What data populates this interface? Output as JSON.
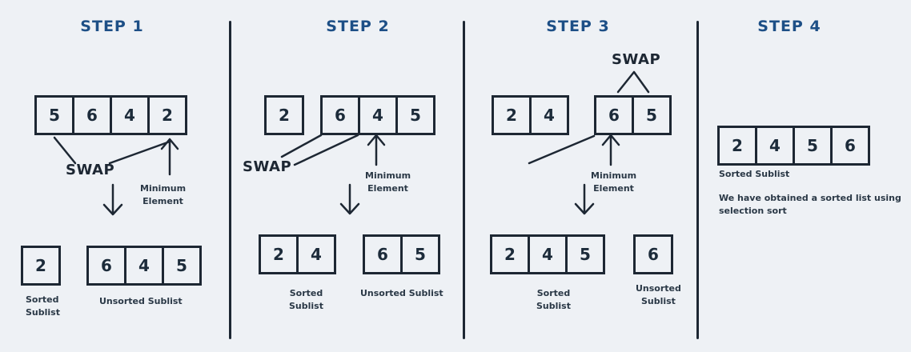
{
  "steps": [
    {
      "title": "STEP 1",
      "array": [
        "5",
        "6",
        "4",
        "2"
      ],
      "swap_label": "SWAP",
      "min_label": [
        "Minimum",
        "Element"
      ],
      "sorted": [
        "2"
      ],
      "unsorted": [
        "6",
        "4",
        "5"
      ],
      "sorted_label": [
        "Sorted",
        "Sublist"
      ],
      "unsorted_label": "Unsorted Sublist"
    },
    {
      "title": "STEP 2",
      "sorted_top": [
        "2"
      ],
      "array": [
        "6",
        "4",
        "5"
      ],
      "swap_label": "SWAP",
      "min_label": [
        "Minimum",
        "Element"
      ],
      "sorted": [
        "2",
        "4"
      ],
      "unsorted": [
        "6",
        "5"
      ],
      "sorted_label": [
        "Sorted",
        "Sublist"
      ],
      "unsorted_label": "Unsorted Sublist"
    },
    {
      "title": "STEP 3",
      "sorted_top": [
        "2",
        "4"
      ],
      "array": [
        "6",
        "5"
      ],
      "swap_label": "SWAP",
      "min_label": [
        "Minimum",
        "Element"
      ],
      "sorted": [
        "2",
        "4",
        "5"
      ],
      "unsorted": [
        "6"
      ],
      "sorted_label": [
        "Sorted",
        "Sublist"
      ],
      "unsorted_label": [
        "Unsorted",
        "Sublist"
      ]
    },
    {
      "title": "STEP 4",
      "array": [
        "2",
        "4",
        "5",
        "6"
      ],
      "sorted_label": "Sorted Sublist",
      "note": "We have obtained a sorted list using selection sort"
    }
  ],
  "colors": {
    "title": "#1d4f86",
    "stroke": "#1d2733",
    "background": "#eef1f5"
  }
}
